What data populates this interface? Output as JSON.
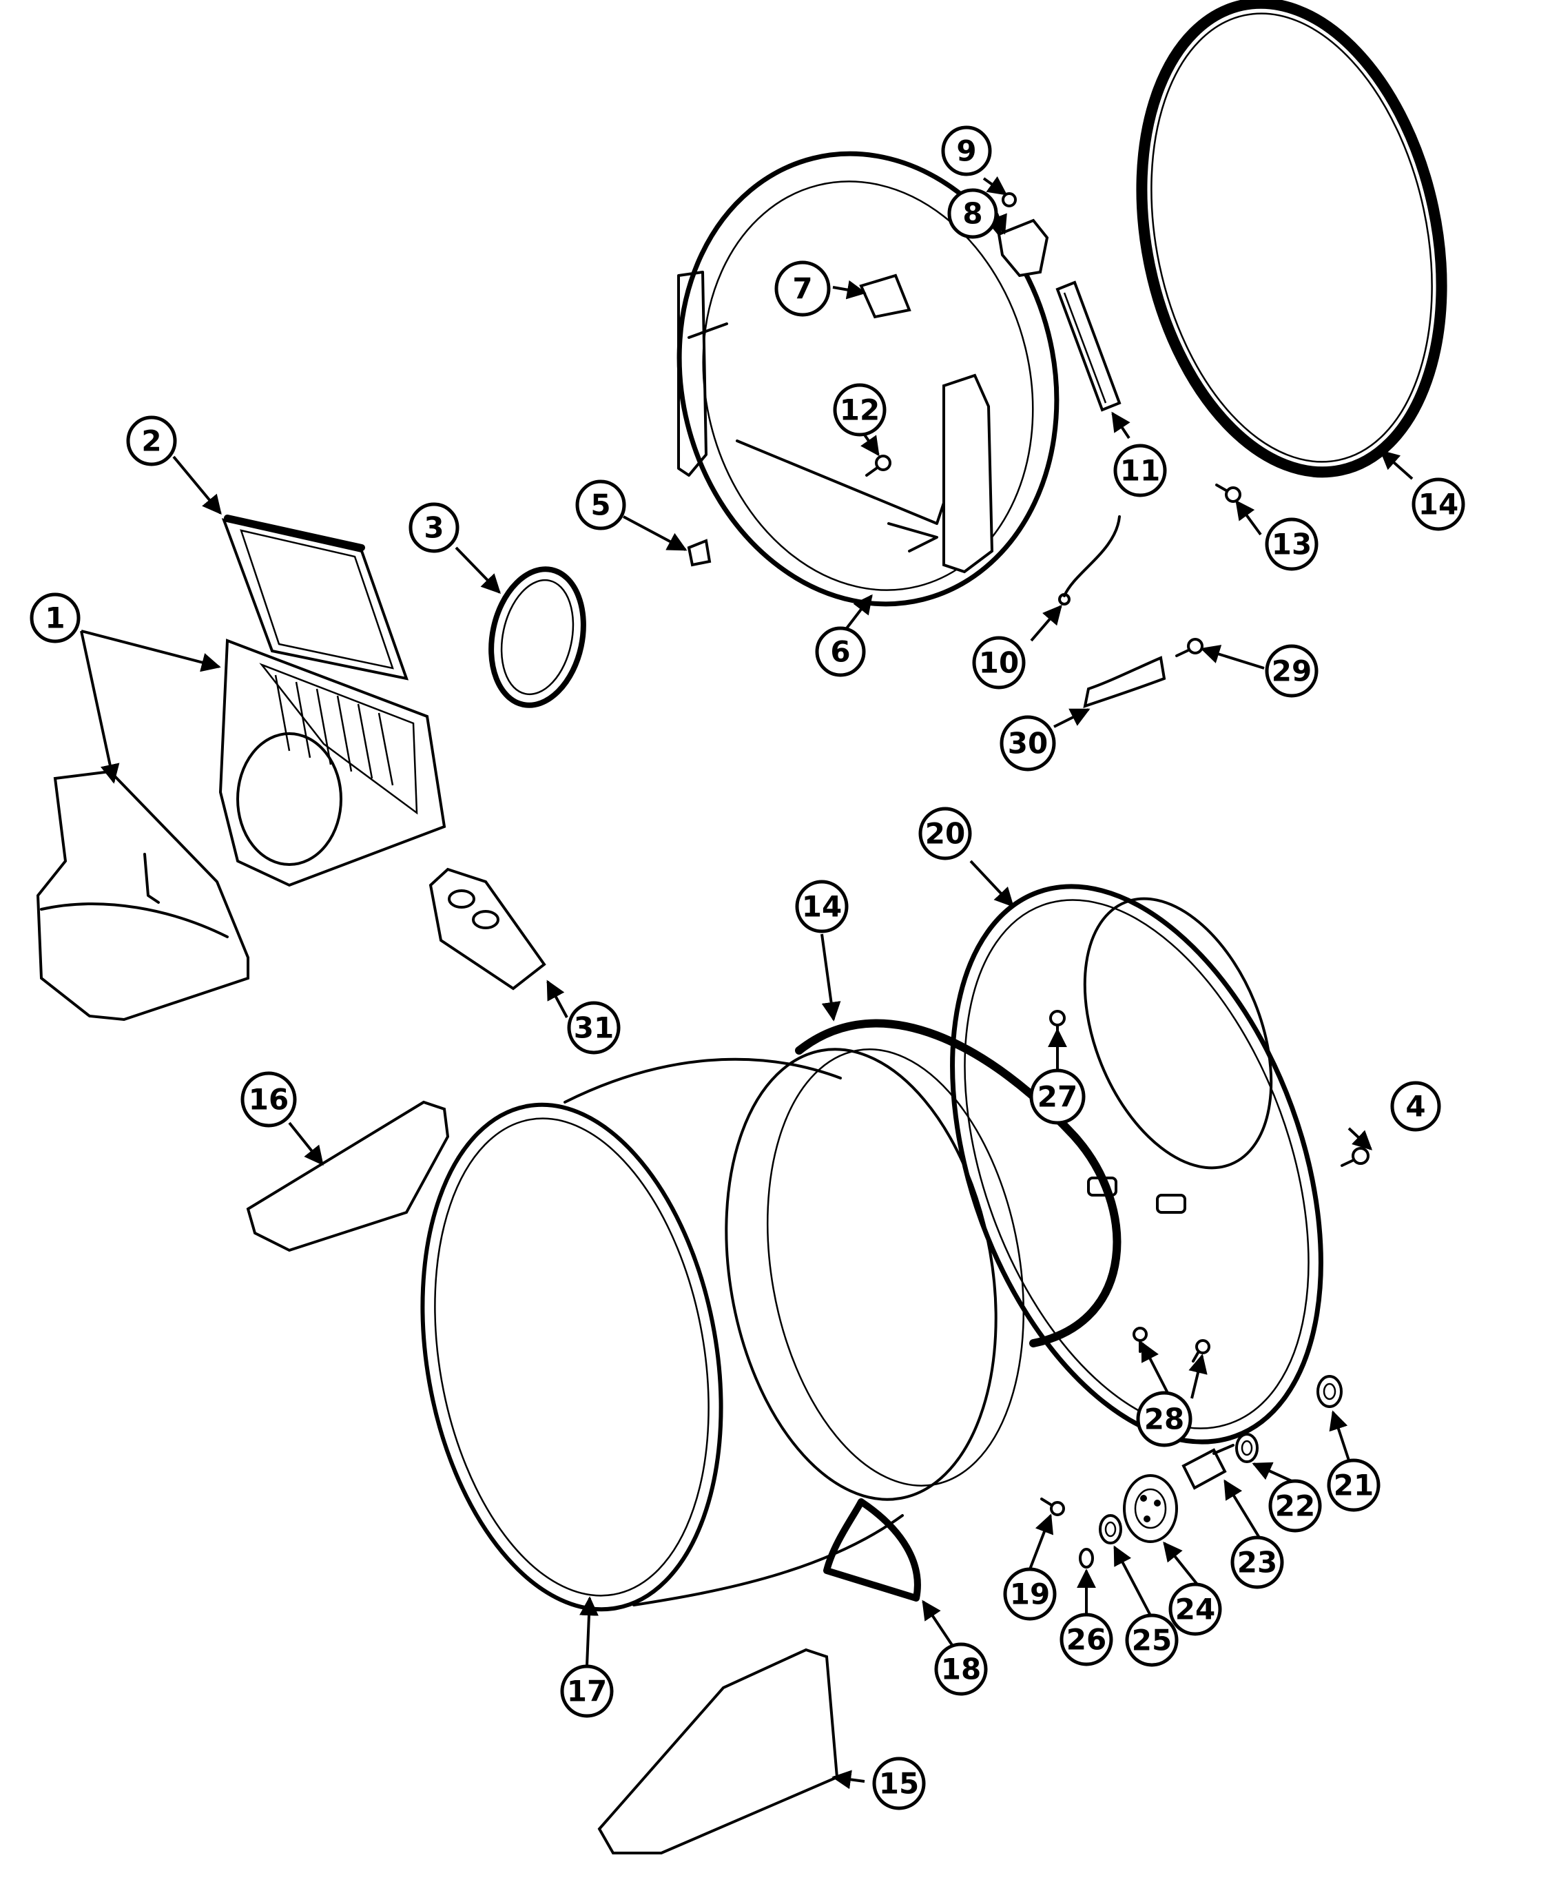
{
  "callouts": [
    {
      "id": "1",
      "label": "1"
    },
    {
      "id": "2",
      "label": "2"
    },
    {
      "id": "3",
      "label": "3"
    },
    {
      "id": "4",
      "label": "4"
    },
    {
      "id": "5",
      "label": "5"
    },
    {
      "id": "6",
      "label": "6"
    },
    {
      "id": "7",
      "label": "7"
    },
    {
      "id": "8",
      "label": "8"
    },
    {
      "id": "9",
      "label": "9"
    },
    {
      "id": "10",
      "label": "10"
    },
    {
      "id": "11",
      "label": "11"
    },
    {
      "id": "12",
      "label": "12"
    },
    {
      "id": "13",
      "label": "13"
    },
    {
      "id": "14a",
      "label": "14"
    },
    {
      "id": "14b",
      "label": "14"
    },
    {
      "id": "15",
      "label": "15"
    },
    {
      "id": "16",
      "label": "16"
    },
    {
      "id": "17",
      "label": "17"
    },
    {
      "id": "18",
      "label": "18"
    },
    {
      "id": "19",
      "label": "19"
    },
    {
      "id": "20",
      "label": "20"
    },
    {
      "id": "21",
      "label": "21"
    },
    {
      "id": "22",
      "label": "22"
    },
    {
      "id": "23",
      "label": "23"
    },
    {
      "id": "24",
      "label": "24"
    },
    {
      "id": "25",
      "label": "25"
    },
    {
      "id": "26",
      "label": "26"
    },
    {
      "id": "27",
      "label": "27"
    },
    {
      "id": "28",
      "label": "28"
    },
    {
      "id": "29",
      "label": "29"
    },
    {
      "id": "30",
      "label": "30"
    },
    {
      "id": "31",
      "label": "31"
    }
  ]
}
